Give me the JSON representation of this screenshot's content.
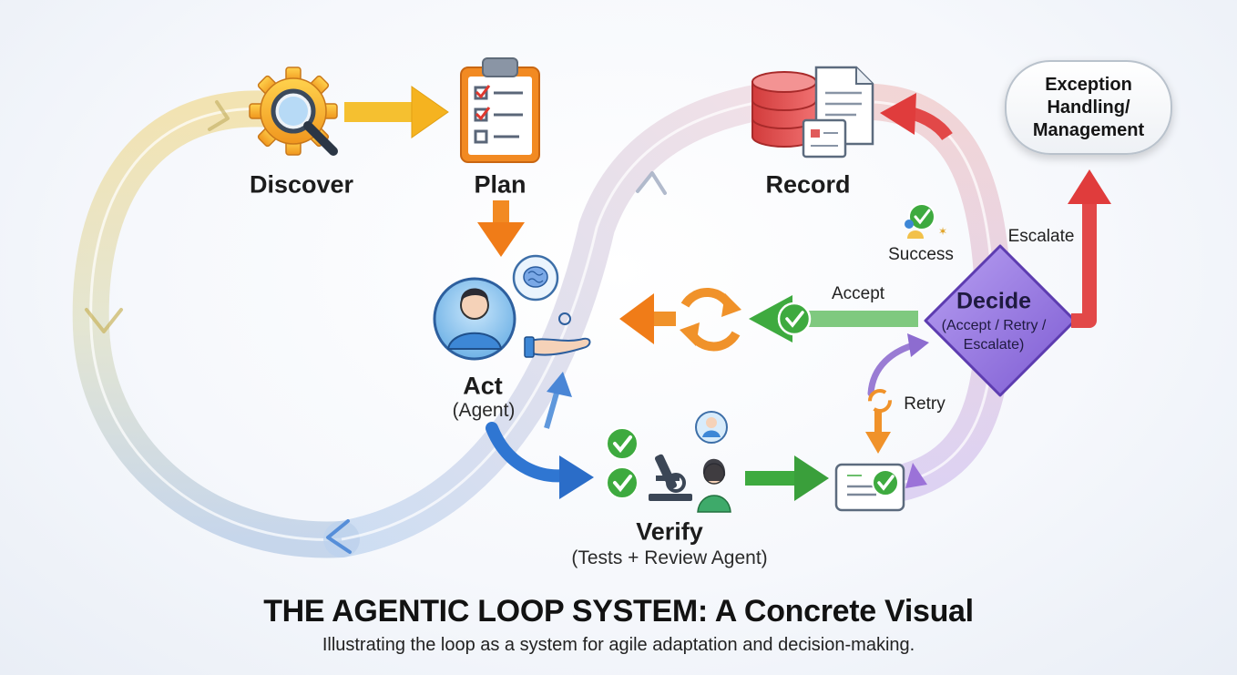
{
  "diagram": {
    "nodes": {
      "discover": {
        "label": "Discover"
      },
      "plan": {
        "label": "Plan"
      },
      "record": {
        "label": "Record"
      },
      "act": {
        "label": "Act",
        "sub": "(Agent)"
      },
      "verify": {
        "label": "Verify",
        "sub": "(Tests + Review Agent)"
      },
      "decide": {
        "label": "Decide",
        "sub": "(Accept / Retry /\nEscalate)"
      },
      "exception": {
        "label": "Exception\nHandling/\nManagement"
      }
    },
    "edges": {
      "success": "Success",
      "escalate": "Escalate",
      "accept": "Accept",
      "retry": "Retry"
    }
  },
  "footer": {
    "title": "THE AGENTIC LOOP SYSTEM: A Concrete Visual",
    "subtitle": "Illustrating the loop as a system for agile adaptation and decision-making."
  },
  "colors": {
    "discover_arrow": "#f5c030",
    "plan_arrow": "#f28a22",
    "act_arrow": "#2f76d2",
    "verify_arrow": "#3eaa3f",
    "accept_arrow": "#3eaa3f",
    "record_arrow": "#e24848",
    "escalate_arrow": "#e24848",
    "retry_arrow": "#f0922a",
    "decide_fill": "#9b7be0"
  }
}
